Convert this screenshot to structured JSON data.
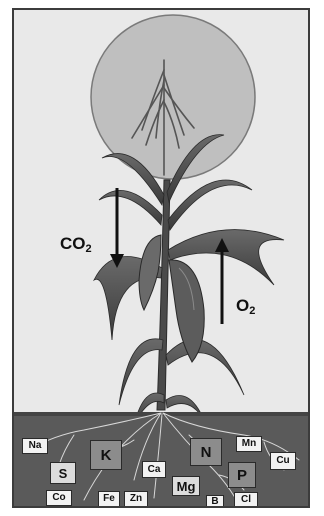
{
  "gases": {
    "co2": {
      "base": "CO",
      "sub": "2"
    },
    "o2": {
      "base": "O",
      "sub": "2"
    }
  },
  "nutrients": [
    {
      "symbol": "Na",
      "size": "small"
    },
    {
      "symbol": "S",
      "size": "medium"
    },
    {
      "symbol": "K",
      "size": "large"
    },
    {
      "symbol": "Ca",
      "size": "small"
    },
    {
      "symbol": "N",
      "size": "large"
    },
    {
      "symbol": "Mn",
      "size": "small"
    },
    {
      "symbol": "Cu",
      "size": "small"
    },
    {
      "symbol": "Mg",
      "size": "medium"
    },
    {
      "symbol": "P",
      "size": "large"
    },
    {
      "symbol": "Co",
      "size": "small"
    },
    {
      "symbol": "Fe",
      "size": "small"
    },
    {
      "symbol": "Zn",
      "size": "small"
    },
    {
      "symbol": "B",
      "size": "small"
    },
    {
      "symbol": "Cl",
      "size": "small"
    }
  ],
  "colors": {
    "sun_fill": "#bfbfbf",
    "plant": "#4d4d4d",
    "soil": "#5a5a5a"
  }
}
